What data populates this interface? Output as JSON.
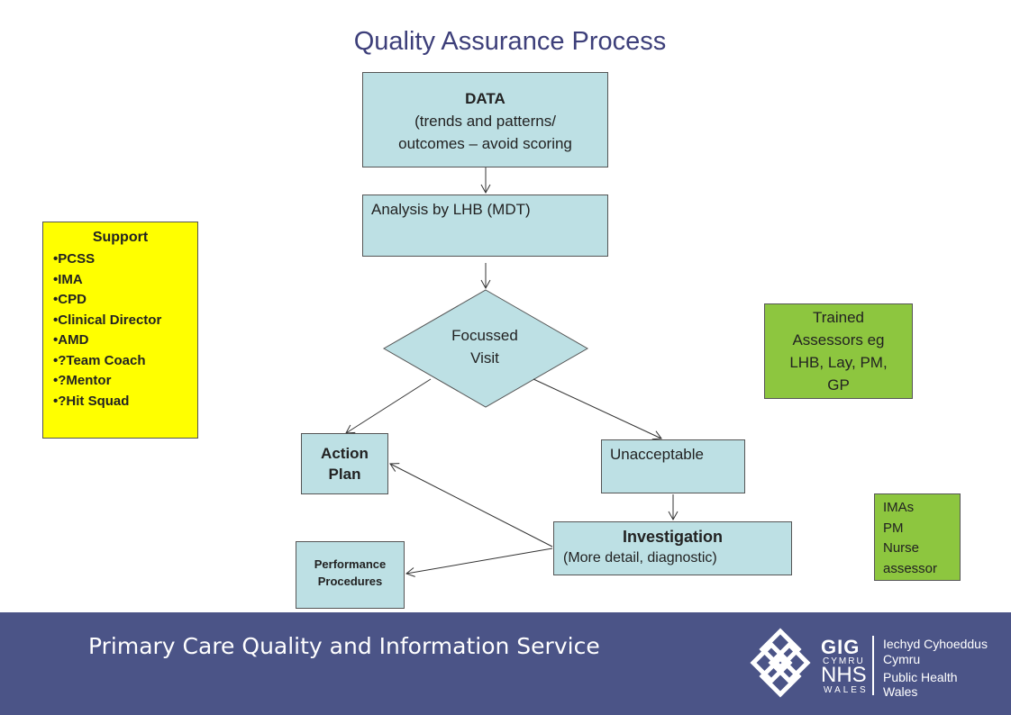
{
  "title": "Quality Assurance Process",
  "nodes": {
    "data": {
      "title": "DATA",
      "line1": "(trends and patterns/",
      "line2": "outcomes – avoid scoring"
    },
    "analysis": "Analysis by LHB  (MDT)",
    "focussed": {
      "line1": "Focussed",
      "line2": "Visit"
    },
    "action": {
      "line1": "Action",
      "line2": "Plan"
    },
    "unacceptable": "Unacceptable",
    "investigation": {
      "title": "Investigation",
      "sub": "(More detail, diagnostic)"
    },
    "performance": {
      "line1": "Performance",
      "line2": "Procedures"
    }
  },
  "support": {
    "title": "Support",
    "items": [
      "•PCSS",
      "•IMA",
      "•CPD",
      "•Clinical Director",
      "•AMD",
      "•?Team Coach",
      "•?Mentor",
      "•?Hit Squad"
    ]
  },
  "trained": {
    "line1": "Trained",
    "line2": "Assessors eg",
    "line3": "LHB, Lay, PM,",
    "line4": "GP"
  },
  "imas": [
    "IMAs",
    "PM",
    "Nurse",
    "assessor"
  ],
  "footer": {
    "text": "Primary Care Quality and Information Service",
    "logo": {
      "gig": "GIG",
      "cymru": "CYMRU",
      "nhs": "NHS",
      "wales": "WALES",
      "line1": "Iechyd Cyhoeddus",
      "line2": "Cymru",
      "line3": "Public Health",
      "line4": "Wales"
    }
  },
  "colors": {
    "title": "#3d3f7a",
    "box_blue": "#bde0e4",
    "support_yellow": "#ffff00",
    "green": "#8dc63f",
    "footer": "#4b5487"
  }
}
